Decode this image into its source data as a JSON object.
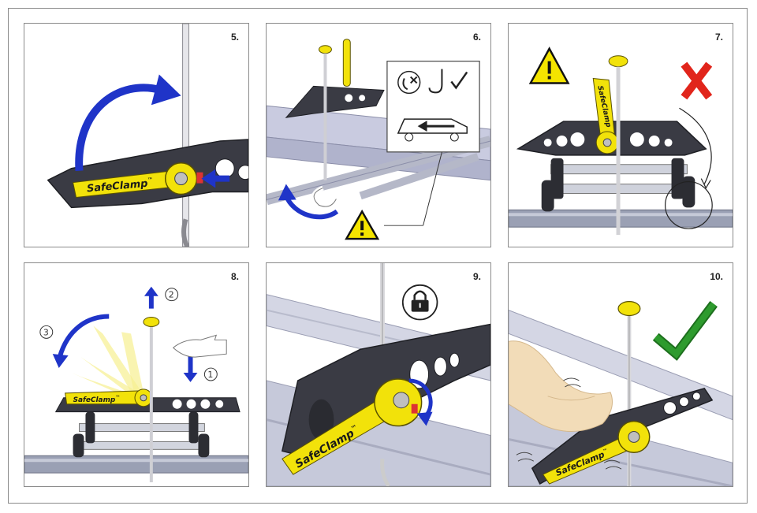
{
  "panels": [
    {
      "step": "5.",
      "brand": "SafeClamp",
      "tm": "™"
    },
    {
      "step": "6."
    },
    {
      "step": "7.",
      "brand": "SafeClamp"
    },
    {
      "step": "8.",
      "brand": "SafeClamp",
      "tm": "™",
      "sub_steps": [
        "1",
        "2",
        "3"
      ]
    },
    {
      "step": "9.",
      "brand": "SafeClamp",
      "tm": "™"
    },
    {
      "step": "10.",
      "brand": "SafeClamp",
      "tm": "™"
    }
  ],
  "colors": {
    "clamp_body": "#3a3b44",
    "lever_yellow": "#f2e20a",
    "arrow_blue": "#1f34c8",
    "bar_grey": "#9aa0b4",
    "warning_yellow": "#f4e400",
    "cross_red": "#e1251b",
    "check_green": "#2e9b2e"
  },
  "icons": [
    "warning-triangle-icon",
    "lock-icon",
    "red-cross-icon",
    "green-check-icon",
    "van-arrow-icon",
    "hook-check-icon",
    "hook-cross-icon"
  ]
}
